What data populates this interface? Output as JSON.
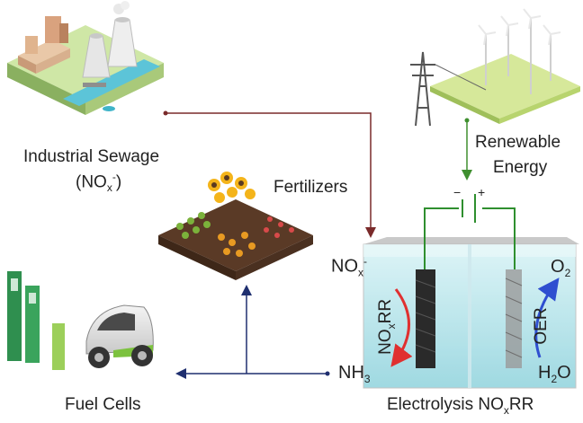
{
  "labels": {
    "industrial_sewage": "Industrial Sewage",
    "sewage_formula_main": "(NO",
    "sewage_formula_sub": "x",
    "sewage_formula_sup": "-",
    "sewage_formula_end": ")",
    "renewable": "Renewable",
    "energy": "Energy",
    "fertilizers": "Fertilizers",
    "fuel_cells": "Fuel Cells",
    "electrolysis_prefix": "Electrolysis NO",
    "electrolysis_sub": "x",
    "electrolysis_suffix": "RR",
    "nox_main": "NO",
    "nox_sub": "x",
    "nox_sup": "-",
    "nh3_main": "NH",
    "nh3_sub": "3",
    "o2_main": "O",
    "o2_sub": "2",
    "h2o_h": "H",
    "h2o_sub": "2",
    "h2o_o": "O",
    "noxrr_main": "NO",
    "noxrr_sub": "x",
    "noxrr_end": "RR",
    "oer": "OER",
    "battery_minus": "−",
    "battery_plus": "+"
  },
  "colors": {
    "sewage_arrow": "#7a2a2a",
    "energy_arrow": "#3f8f2f",
    "product_arrow": "#1f2f6f",
    "cathode_arc": "#e03030",
    "anode_arc": "#2f4fd0",
    "electrolyte": "#a8e0e8",
    "wire": "#2f8f2f"
  }
}
